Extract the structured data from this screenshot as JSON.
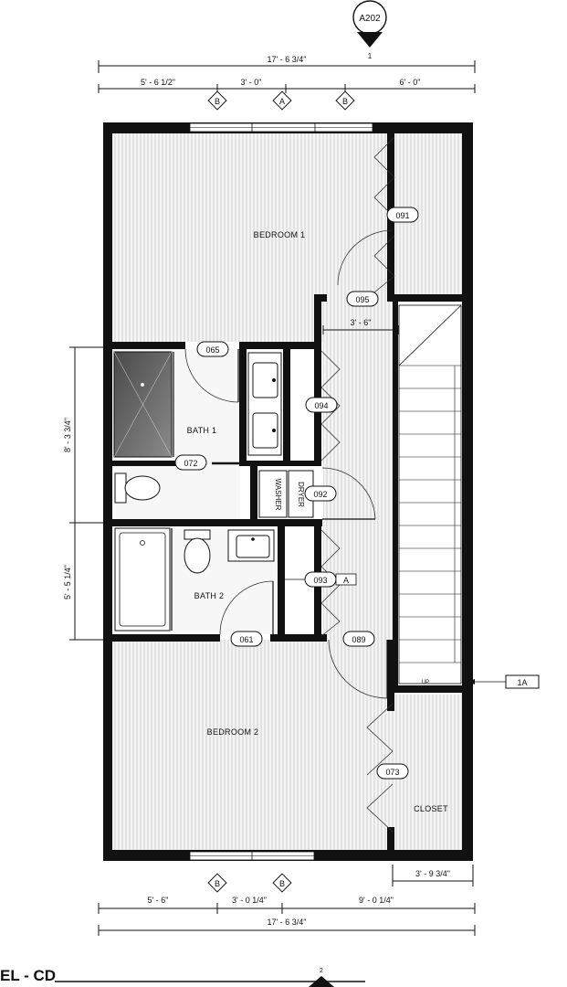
{
  "section_marker": {
    "label": "A202",
    "number": "1"
  },
  "dimensions_top": {
    "overall": "17' - 6 3/4\"",
    "seg1": "5' - 6 1/2\"",
    "seg2": "3' - 0\"",
    "seg3": "6' - 0\""
  },
  "dimensions_left": {
    "upper": "8' - 3 3/4\"",
    "lower": "5' - 5 1/4\""
  },
  "dimensions_bottom": {
    "closet": "3' - 9 3/4\"",
    "seg1": "5' - 6\"",
    "seg2": "3' - 0 1/4\"",
    "seg3": "9' - 0 1/4\"",
    "overall": "17' - 6 3/4\""
  },
  "dimension_hall": "3' - 6\"",
  "window_tags_top": [
    "B",
    "A",
    "B"
  ],
  "window_tags_bottom": [
    "B",
    "B"
  ],
  "rooms": {
    "bedroom1": "BEDROOM 1",
    "bedroom2": "BEDROOM 2",
    "bath1": "BATH 1",
    "bath2": "BATH 2",
    "closet": "CLOSET"
  },
  "appliances": {
    "washer": "WASHER",
    "dryer": "DRYER"
  },
  "door_tags": {
    "d091": "091",
    "d095": "095",
    "d065": "065",
    "d094": "094",
    "d072": "072",
    "d092": "092",
    "d093": "093",
    "d093_suffix": "A",
    "d061": "061",
    "d089": "089",
    "d073": "073"
  },
  "stair_callout": "1A",
  "stair_mark": "UP",
  "footer_title": "EL - CD",
  "footer_number": "2"
}
